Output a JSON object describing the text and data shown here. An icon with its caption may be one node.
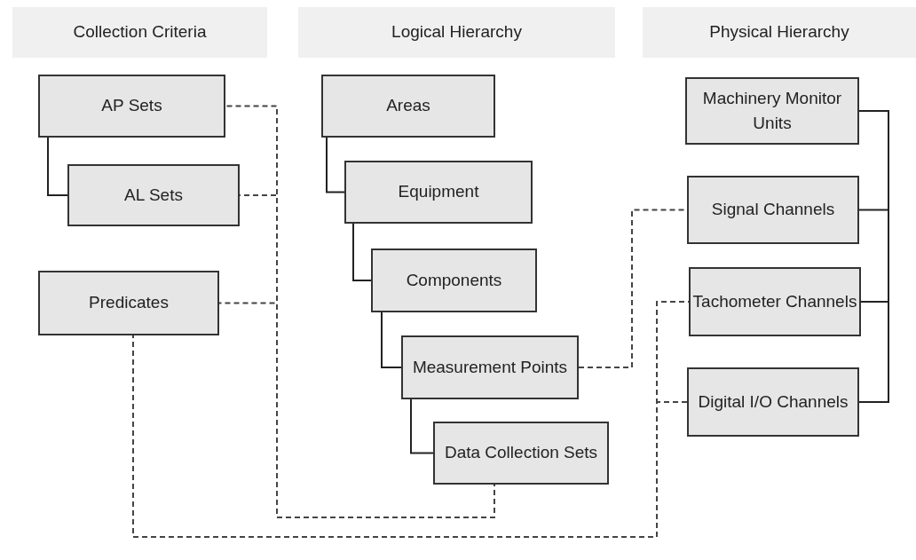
{
  "diagram": {
    "nodes": [
      {
        "text": [
          "Collection Criteria"
        ]
      },
      {
        "text": [
          "Logical Hierarchy"
        ]
      },
      {
        "text": [
          "Physical Hierarchy"
        ]
      },
      {
        "text": [
          "AP Sets"
        ]
      },
      {
        "text": [
          "AL Sets"
        ]
      },
      {
        "text": [
          "Predicates"
        ]
      },
      {
        "text": [
          "Areas"
        ]
      },
      {
        "text": [
          "Equipment"
        ]
      },
      {
        "text": [
          "Components"
        ]
      },
      {
        "text": [
          "Measurement Points"
        ]
      },
      {
        "text": [
          "Data Collection Sets"
        ]
      },
      {
        "text": [
          "Machinery Monitor Units"
        ]
      },
      {
        "text": [
          "Signal Channels"
        ]
      },
      {
        "text": [
          "Tachometer Channels"
        ]
      },
      {
        "text": [
          "Digital I/O Channels"
        ]
      }
    ],
    "edges": [
      {
        "from": 3,
        "to": 4,
        "arrow": "none"
      },
      {
        "from": 6,
        "to": 7,
        "arrow": "none"
      },
      {
        "from": 7,
        "to": 8,
        "arrow": "none"
      },
      {
        "from": 8,
        "to": 9,
        "arrow": "none"
      },
      {
        "from": 9,
        "to": 10,
        "arrow": "none"
      },
      {
        "from": 11,
        "to": 12,
        "arrow": "none"
      },
      {
        "from": 11,
        "to": 13,
        "arrow": "none"
      },
      {
        "from": 11,
        "to": 14,
        "arrow": "none"
      },
      {
        "from": 3,
        "to": 10,
        "arrow": "none",
        "style": "dashed"
      },
      {
        "from": 4,
        "to": 10,
        "arrow": "none",
        "style": "dashed"
      },
      {
        "from": 5,
        "to": 10,
        "arrow": "none",
        "style": "dashed"
      },
      {
        "from": 9,
        "to": 12,
        "arrow": "none",
        "style": "dashed"
      },
      {
        "from": 5,
        "to": 13,
        "arrow": "none",
        "style": "dashed"
      },
      {
        "from": 5,
        "to": 14,
        "arrow": "none",
        "style": "dashed"
      }
    ]
  }
}
